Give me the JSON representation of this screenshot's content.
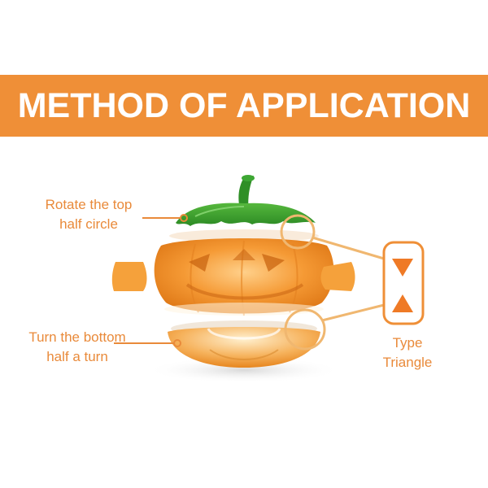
{
  "banner": {
    "title": "METHOD OF APPLICATION",
    "color": "#ef8f37"
  },
  "labels": {
    "top_line1": "Rotate the top",
    "top_line2": "half circle",
    "bottom_line1": "Turn the bottom",
    "bottom_line2": "half a turn",
    "type_line1": "Type",
    "type_line2": "Triangle"
  },
  "colors": {
    "accent": "#e98a3a",
    "pumpkin": "#f29a3a",
    "stem": "#3a9a2f"
  },
  "icons": [
    "triangle-down-icon",
    "triangle-up-icon"
  ]
}
